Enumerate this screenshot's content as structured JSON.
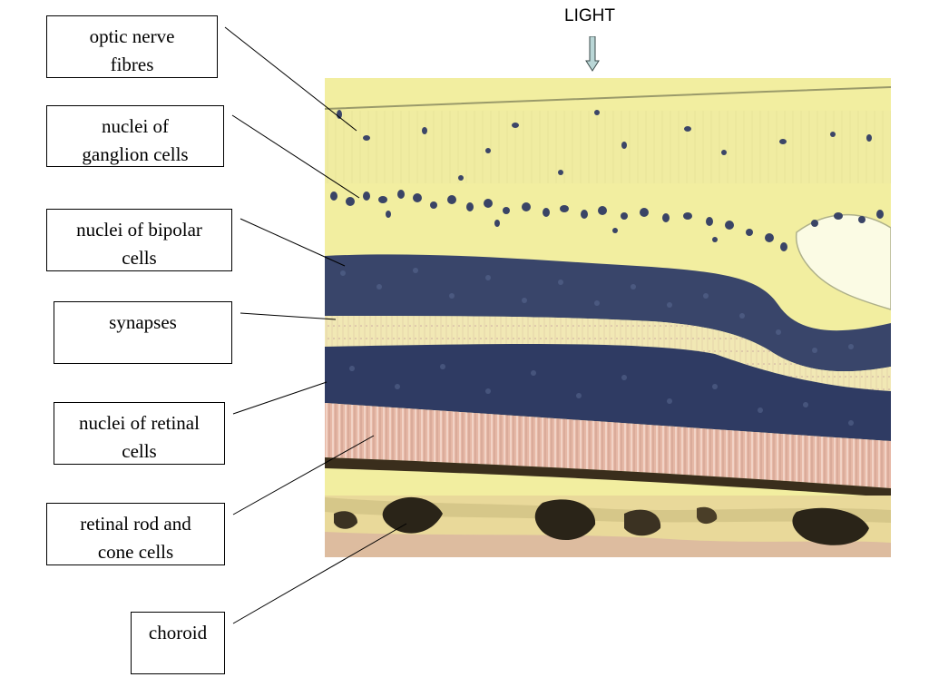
{
  "light_label": "LIGHT",
  "labels": [
    {
      "lines": [
        "optic nerve",
        "fibres"
      ]
    },
    {
      "lines": [
        "nuclei of",
        "ganglion cells"
      ]
    },
    {
      "lines": [
        "nuclei of bipolar",
        "cells"
      ]
    },
    {
      "lines": [
        "synapses"
      ]
    },
    {
      "lines": [
        "nuclei of retinal",
        "cells"
      ]
    },
    {
      "lines": [
        "retinal rod and",
        "cone cells"
      ]
    },
    {
      "lines": [
        "choroid"
      ]
    }
  ],
  "colors": {
    "tissue_background": "#f2eea0",
    "nuclei": "#2e3a5c",
    "rod_cone_layer": "#e8b9a8",
    "choroid": "#2a2418",
    "arrow": "#b9d6d6"
  }
}
